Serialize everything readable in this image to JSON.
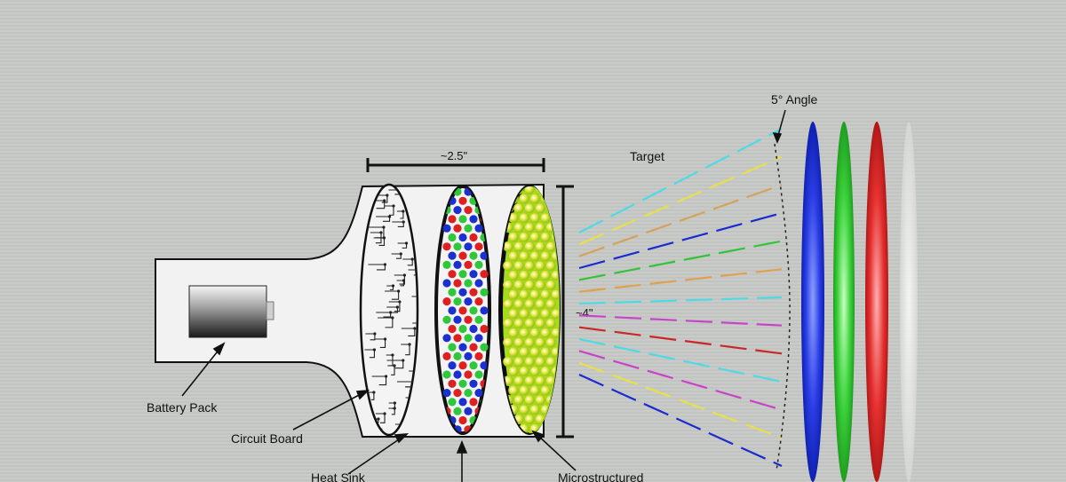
{
  "labels": {
    "angle": "5° Angle",
    "target": "Target",
    "width_dim": "~2.5\"",
    "height_dim": "~4\"",
    "battery_pack": "Battery Pack",
    "circuit_board": "Circuit Board",
    "heat_sink": "Heat Sink",
    "microstructured": "Microstructured"
  },
  "colors": {
    "background": "#c9cbc8",
    "outline": "#111111",
    "led_red": "#e02020",
    "led_green": "#2ec83a",
    "led_blue": "#1a30d0",
    "lens_fill": "#a8e020",
    "lens_cell": "#e8e830",
    "target_blue": "#1e2ee0",
    "target_green": "#30c830",
    "target_red": "#e02828",
    "target_white": "#e8e8e8"
  },
  "beam_colors": [
    "#4dd9e6",
    "#e6e04a",
    "#d4a25a",
    "#1a2ccf",
    "#33c33a",
    "#e0a050",
    "#4dd9e6",
    "#c843c8",
    "#c82828",
    "#4dd9e6",
    "#c843c8",
    "#e6e04a",
    "#1a2ccf"
  ],
  "led_colors": [
    "#e02020",
    "#2ec83a",
    "#1a30d0"
  ],
  "icons": {
    "battery": "battery-icon",
    "circuit": "circuit-board-icon",
    "leds": "led-array-icon",
    "lens": "microstructured-lens-icon"
  }
}
